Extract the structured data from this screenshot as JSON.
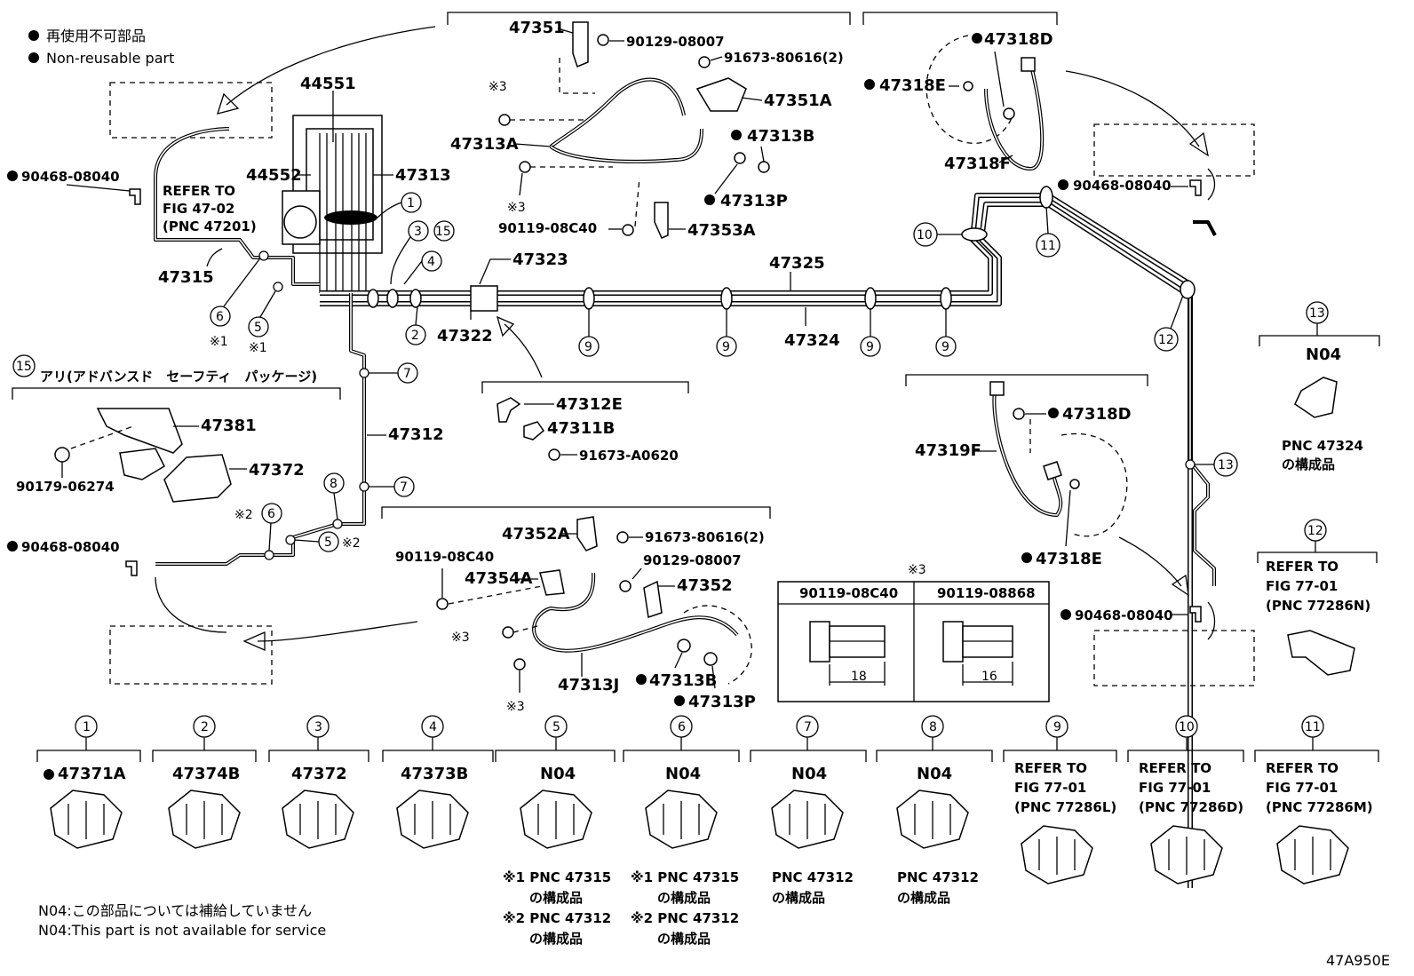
{
  "legend": {
    "jp": "再使用不可部品",
    "en": "Non-reusable part"
  },
  "figure_code": "47A950E",
  "footnote": {
    "jp": "N04:この部品については補給していません",
    "en": "N04:This part is not available for service"
  },
  "labels": {
    "p44551": "44551",
    "p44552": "44552",
    "p47313": "47313",
    "p47315": "47315",
    "p90468_1": "90468-08040",
    "p90468_2": "90468-08040",
    "p90468_3": "90468-08040",
    "p90468_4": "90468-08040",
    "refer_a1": "REFER TO",
    "refer_a2": "FIG 47-02",
    "refer_a3": "(PNC 47201)",
    "p47351": "47351",
    "p90129_1": "90129-08007",
    "p91673_1": "91673-80616(2)",
    "p47351A": "47351A",
    "p47313A": "47313A",
    "p47313B_1": "47313B",
    "p47313P_1": "47313P",
    "p90119_1": "90119-08C40",
    "p47353A": "47353A",
    "p47318D_1": "47318D",
    "p47318E_1": "47318E",
    "p47318F": "47318F",
    "p47323": "47323",
    "p47322": "47322",
    "p47325": "47325",
    "p47324": "47324",
    "p47312E": "47312E",
    "p47311B": "47311B",
    "p91673_A": "91673-A0620",
    "p47312": "47312",
    "p47381": "47381",
    "p47372_a": "47372",
    "p90179": "90179-06274",
    "ari": "アリ(アドバンスド　セーフティ　パッケージ)",
    "p47352A": "47352A",
    "p91673_2": "91673-80616(2)",
    "p90119_2": "90119-08C40",
    "p90129_2": "90129-08007",
    "p47354A": "47354A",
    "p47352": "47352",
    "p47313J": "47313J",
    "p47313B_2": "47313B",
    "p47313P_2": "47313P",
    "p47319F": "47319F",
    "p47318D_2": "47318D",
    "p47318E_2": "47318E",
    "table_head1": "90119-08C40",
    "table_head2": "90119-08868",
    "dim1": "18",
    "dim2": "16",
    "n04_13": "N04",
    "pnc_47324": "PNC 47324",
    "kousei": "の構成品",
    "refer_12_1": "REFER TO",
    "refer_12_2": "FIG 77-01",
    "refer_12_3": "(PNC 77286N)",
    "mark1": "※1",
    "mark2": "※2",
    "mark3": "※3"
  },
  "callouts": {
    "c1": "1",
    "c2": "2",
    "c3": "3",
    "c4": "4",
    "c5": "5",
    "c6": "6",
    "c7": "7",
    "c8": "8",
    "c9": "9",
    "c10": "10",
    "c11": "11",
    "c12": "12",
    "c13": "13",
    "c15": "15"
  },
  "bottom_row": [
    {
      "num": "1",
      "title": "47371A",
      "dot": true
    },
    {
      "num": "2",
      "title": "47374B"
    },
    {
      "num": "3",
      "title": "47372"
    },
    {
      "num": "4",
      "title": "47373B"
    },
    {
      "num": "5",
      "title": "N04",
      "note1": "※1 PNC 47315",
      "note2": "の構成品",
      "note3": "※2 PNC 47312",
      "note4": "の構成品"
    },
    {
      "num": "6",
      "title": "N04",
      "note1": "※1 PNC 47315",
      "note2": "の構成品",
      "note3": "※2 PNC 47312",
      "note4": "の構成品"
    },
    {
      "num": "7",
      "title": "N04",
      "note1": "PNC 47312",
      "note2": "の構成品"
    },
    {
      "num": "8",
      "title": "N04",
      "note1": "PNC 47312",
      "note2": "の構成品"
    },
    {
      "num": "9",
      "r1": "REFER TO",
      "r2": "FIG 77-01",
      "r3": "(PNC 77286L)"
    },
    {
      "num": "10",
      "r1": "REFER TO",
      "r2": "FIG 77-01",
      "r3": "(PNC 77286D)"
    },
    {
      "num": "11",
      "r1": "REFER TO",
      "r2": "FIG 77-01",
      "r3": "(PNC 77286M)"
    }
  ]
}
